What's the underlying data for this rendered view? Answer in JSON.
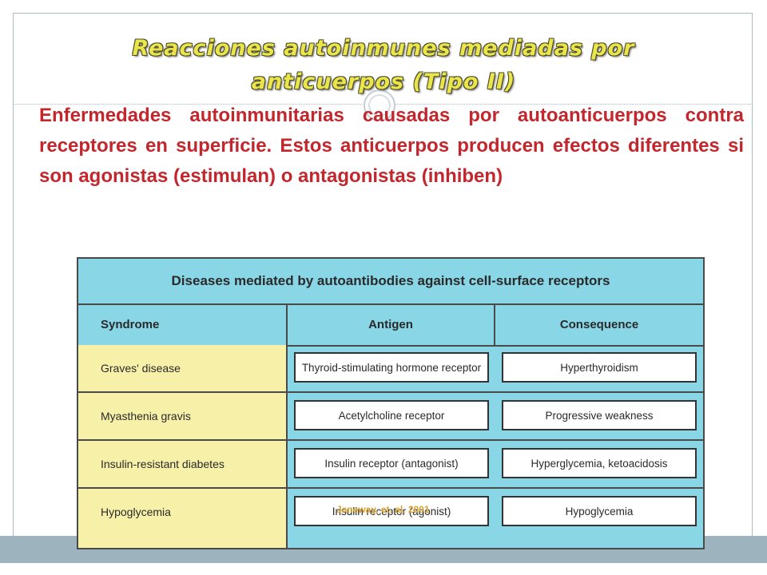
{
  "slide": {
    "title": "Reacciones autoinmunes mediadas por anticuerpos (Tipo II)",
    "body": "Enfermedades autoinmunitarias causadas por autoanticuerpos contra receptores en superficie. Estos anticuerpos producen efectos diferentes si son agonistas (estimulan) o antagonistas (inhiben)",
    "citation": "Janeway, et. al, 2001"
  },
  "table": {
    "title": "Diseases mediated by autoantibodies against cell-surface receptors",
    "headers": [
      "Syndrome",
      "Antigen",
      "Consequence"
    ],
    "rows": [
      {
        "syndrome": "Graves' disease",
        "antigen": "Thyroid-stimulating hormone receptor",
        "consequence": "Hyperthyroidism"
      },
      {
        "syndrome": "Myasthenia gravis",
        "antigen": "Acetylcholine receptor",
        "consequence": "Progressive weakness"
      },
      {
        "syndrome": "Insulin-resistant diabetes",
        "antigen": "Insulin receptor (antagonist)",
        "consequence": "Hyperglycemia, ketoacidosis"
      },
      {
        "syndrome": "Hypoglycemia",
        "antigen": "Insulin receptor (agonist)",
        "consequence": "Hypoglycemia"
      }
    ]
  },
  "colors": {
    "title_fill": "#e9e54a",
    "body_text": "#c1272d",
    "table_header_bg": "#88d6e6",
    "syndrome_bg": "#f7f0a8",
    "band": "#9db4be",
    "citation": "#d9a531"
  }
}
